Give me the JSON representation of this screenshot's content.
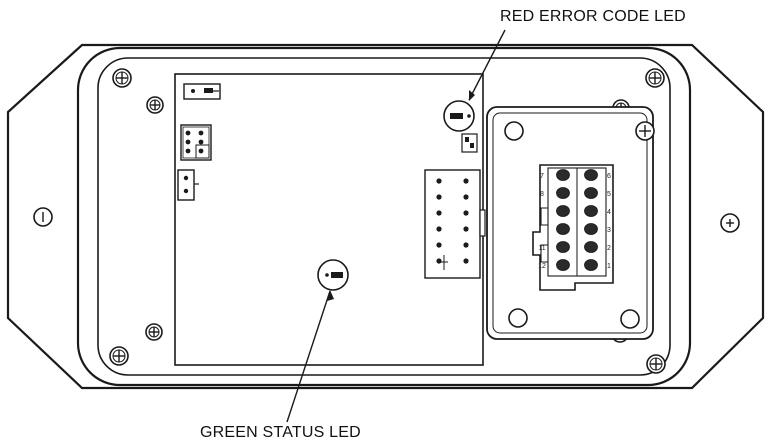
{
  "labels": {
    "red_led": "RED ERROR CODE LED",
    "green_led": "GREEN STATUS LED"
  },
  "connector": {
    "pin_numbers_left": [
      "7",
      "8",
      "",
      "",
      "11",
      "12"
    ],
    "pin_numbers_right": [
      "6",
      "5",
      "4",
      "3",
      "2",
      "1"
    ]
  },
  "colors": {
    "line": "#1a1a1a",
    "fill": "#ffffff"
  }
}
